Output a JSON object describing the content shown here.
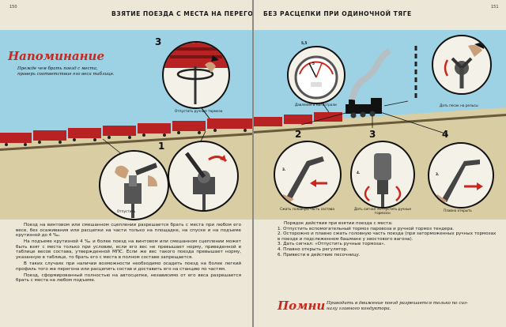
{
  "colors": {
    "paper": "#ece7d6",
    "sky": "#9dd1e4",
    "ground": "#d9cda3",
    "train_red": "#b82222",
    "accent_red": "#c8281e",
    "ink": "#111111"
  },
  "left_page": {
    "page_number": "150",
    "heading": "ВЗЯТИЕ ПОЕЗДА С МЕСТА НА ПЕРЕГОНЕ",
    "reminder": {
      "title": "Напоминание",
      "text_1": "Прежде чем брать поезд с места,",
      "text_2": "проверь соответствие его веса таблице."
    },
    "disc_top": {
      "number": "3",
      "caption": "Отпустить ручные тормоза"
    },
    "disc_left": {
      "caption": "Отпустить"
    },
    "disc_right": {
      "number": "1"
    },
    "paragraphs": [
      "Поезд на винтовом или смешанном сцеплении разрешается брать с места при любом его весе, без осаживания или расцепки на части только на площадке, на спуске и на подъеме крутизной до 4 ‰.",
      "На подъеме крутизной 4 ‰ и более поезд на винтовом или смешанном сцеплении может быть взят с места только при условии, если его вес не превышает норму, приведенной в таблице весов состава, утвержденной МПС. Если же вес такого поезда превышает норму, указанную в таблице, то брать его с места в полном составе запрещается.",
      "В таких случаях при наличии возможности необходимо осадить поезд на более легкий профиль того же перегона или расцепить состав и доставить его на станцию по частям.",
      "Поезд, сформированный полностью на автосцепке, независимо от его веса разрешается брать с места на любом подъеме."
    ]
  },
  "right_page": {
    "page_number": "151",
    "heading": "БЕЗ РАСЦЕПКИ ПРИ ОДИНОЧНОЙ ТЯГЕ",
    "gauge": {
      "label_1": "5,5",
      "label_2": "5",
      "caption": "Давление в магистрали"
    },
    "disc_top_right": {
      "caption": "Дать песок на рельсы"
    },
    "disc_2": {
      "number": "2",
      "caption": "Сжать головную часть состава",
      "label": "3."
    },
    "disc_3": {
      "number": "3",
      "caption": "Дать сигнал «Отпустить ручные тормоза»",
      "label": "4."
    },
    "disc_4": {
      "number": "4",
      "caption": "Плавно открыть",
      "label": "3."
    },
    "procedure": {
      "title": "Порядок действия при взятии поезда с места:",
      "steps": [
        "1. Отпустить вспомогательный тормоз паровоза и ручной тормоз тендера.",
        "2. Осторожно и плавно сжать головную часть поезда (при заторможенных ручных тормозах в поезде и подслеженном башмаке у хвостового вагона).",
        "3. Дать сигнал: «Отпустить ручные тормоза».",
        "4. Плавно открыть регулятор.",
        "6. Привести в действие песочницу."
      ]
    },
    "remember": {
      "title": "Помни",
      "text_1": "Приводить в движение поезд разрешается только по сиг-",
      "text_2": "налу главного кондуктора."
    }
  }
}
